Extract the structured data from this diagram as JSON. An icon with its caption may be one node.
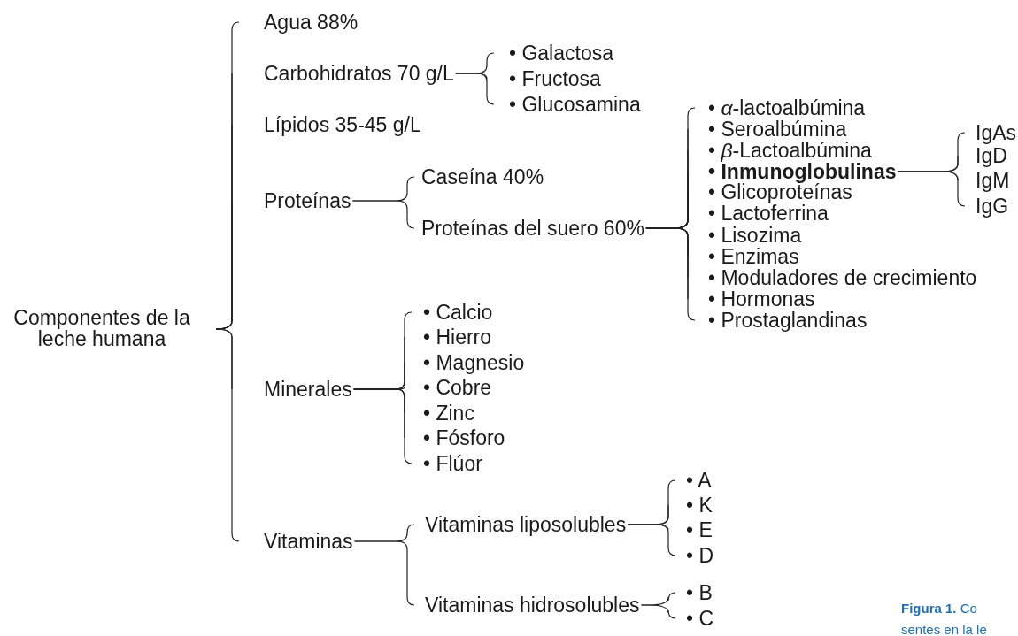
{
  "diagram": {
    "caption": "**Figura 1.** Co sentes en la le",
    "nodes": [
      {
        "text": [
          "Componentes de la leche humana"
        ]
      },
      {
        "text": [
          "Agua 88%"
        ]
      },
      {
        "text": [
          "Carbohidratos 70 g/L"
        ]
      },
      {
        "text": [
          "Lípidos 35-45 g/L"
        ]
      },
      {
        "text": [
          "Proteínas"
        ]
      },
      {
        "text": [
          "Minerales"
        ]
      },
      {
        "text": [
          "Vitaminas"
        ]
      },
      {
        "text": [
          "• Galactosa"
        ]
      },
      {
        "text": [
          "• Fructosa"
        ]
      },
      {
        "text": [
          "• Glucosamina"
        ]
      },
      {
        "text": [
          "Caseína 40%"
        ]
      },
      {
        "text": [
          "Proteínas del suero 60%"
        ]
      },
      {
        "text": [
          "• *α*-lactoalbúmina"
        ]
      },
      {
        "text": [
          "• Seroalbúmina"
        ]
      },
      {
        "text": [
          "• *β*-Lactoalbúmina"
        ]
      },
      {
        "text": [
          "• Inmunoglobulinas"
        ]
      },
      {
        "text": [
          "• Glicoproteínas"
        ]
      },
      {
        "text": [
          "• Lactoferrina"
        ]
      },
      {
        "text": [
          "• Lisozima"
        ]
      },
      {
        "text": [
          "• Enzimas"
        ]
      },
      {
        "text": [
          "• Moduladores de crecimiento"
        ]
      },
      {
        "text": [
          "• Hormonas"
        ]
      },
      {
        "text": [
          "• Prostaglandinas"
        ]
      },
      {
        "text": [
          "IgAs"
        ]
      },
      {
        "text": [
          "IgD"
        ]
      },
      {
        "text": [
          "IgM"
        ]
      },
      {
        "text": [
          "IgG"
        ]
      },
      {
        "text": [
          "• Calcio"
        ]
      },
      {
        "text": [
          "• Hierro"
        ]
      },
      {
        "text": [
          "• Magnesio"
        ]
      },
      {
        "text": [
          "• Cobre"
        ]
      },
      {
        "text": [
          "• Zinc"
        ]
      },
      {
        "text": [
          "• Fósforo"
        ]
      },
      {
        "text": [
          "• Flúor"
        ]
      },
      {
        "text": [
          "Vitaminas liposolubles"
        ]
      },
      {
        "text": [
          "Vitaminas hidrosolubles"
        ]
      },
      {
        "text": [
          "• A"
        ]
      },
      {
        "text": [
          "• K"
        ]
      },
      {
        "text": [
          "• E"
        ]
      },
      {
        "text": [
          "• D"
        ]
      },
      {
        "text": [
          "• B"
        ]
      },
      {
        "text": [
          "• C"
        ]
      }
    ],
    "edges": [
      {
        "from": 0,
        "to": 1,
        "arrow": "none"
      },
      {
        "from": 0,
        "to": 2,
        "arrow": "none"
      },
      {
        "from": 0,
        "to": 3,
        "arrow": "none"
      },
      {
        "from": 0,
        "to": 4,
        "arrow": "none"
      },
      {
        "from": 0,
        "to": 5,
        "arrow": "none"
      },
      {
        "from": 0,
        "to": 6,
        "arrow": "none"
      },
      {
        "from": 2,
        "to": 7,
        "arrow": "none"
      },
      {
        "from": 2,
        "to": 8,
        "arrow": "none"
      },
      {
        "from": 2,
        "to": 9,
        "arrow": "none"
      },
      {
        "from": 4,
        "to": 10,
        "arrow": "none"
      },
      {
        "from": 4,
        "to": 11,
        "arrow": "none"
      },
      {
        "from": 11,
        "to": 12,
        "arrow": "none"
      },
      {
        "from": 11,
        "to": 13,
        "arrow": "none"
      },
      {
        "from": 11,
        "to": 14,
        "arrow": "none"
      },
      {
        "from": 11,
        "to": 15,
        "arrow": "none"
      },
      {
        "from": 11,
        "to": 16,
        "arrow": "none"
      },
      {
        "from": 11,
        "to": 17,
        "arrow": "none"
      },
      {
        "from": 11,
        "to": 18,
        "arrow": "none"
      },
      {
        "from": 11,
        "to": 19,
        "arrow": "none"
      },
      {
        "from": 11,
        "to": 20,
        "arrow": "none"
      },
      {
        "from": 11,
        "to": 21,
        "arrow": "none"
      },
      {
        "from": 11,
        "to": 22,
        "arrow": "none"
      },
      {
        "from": 15,
        "to": 23,
        "arrow": "none"
      },
      {
        "from": 15,
        "to": 24,
        "arrow": "none"
      },
      {
        "from": 15,
        "to": 25,
        "arrow": "none"
      },
      {
        "from": 15,
        "to": 26,
        "arrow": "none"
      },
      {
        "from": 5,
        "to": 27,
        "arrow": "none"
      },
      {
        "from": 5,
        "to": 28,
        "arrow": "none"
      },
      {
        "from": 5,
        "to": 29,
        "arrow": "none"
      },
      {
        "from": 5,
        "to": 30,
        "arrow": "none"
      },
      {
        "from": 5,
        "to": 31,
        "arrow": "none"
      },
      {
        "from": 5,
        "to": 32,
        "arrow": "none"
      },
      {
        "from": 5,
        "to": 33,
        "arrow": "none"
      },
      {
        "from": 6,
        "to": 34,
        "arrow": "none"
      },
      {
        "from": 6,
        "to": 35,
        "arrow": "none"
      },
      {
        "from": 34,
        "to": 36,
        "arrow": "none"
      },
      {
        "from": 34,
        "to": 37,
        "arrow": "none"
      },
      {
        "from": 34,
        "to": 38,
        "arrow": "none"
      },
      {
        "from": 34,
        "to": 39,
        "arrow": "none"
      },
      {
        "from": 35,
        "to": 40,
        "arrow": "none"
      },
      {
        "from": 35,
        "to": 41,
        "arrow": "none"
      }
    ]
  }
}
